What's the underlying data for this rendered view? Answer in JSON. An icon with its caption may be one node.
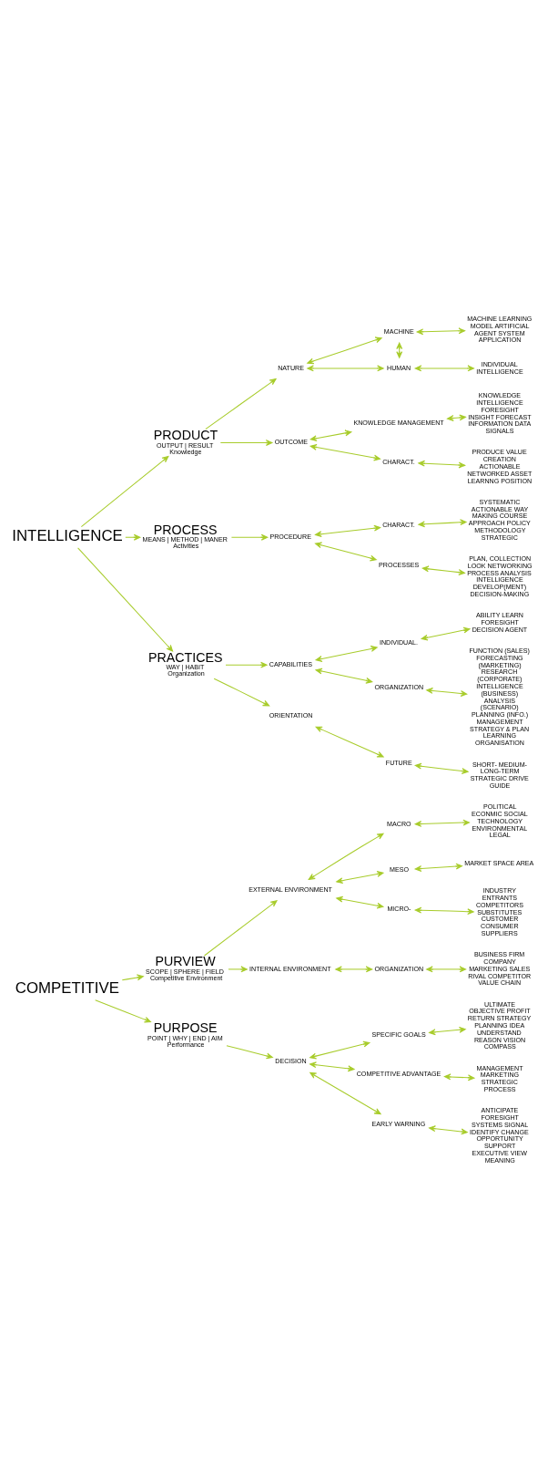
{
  "diagram": {
    "nodes": [
      {
        "text": [
          "COMPETITIVE"
        ]
      },
      {
        "text": [
          "PURVIEW",
          "SCOPE | SPHERE | FIELD",
          "Competitive Environment"
        ]
      },
      {
        "text": [
          "EXTERNAL ENVIRONMENT"
        ]
      },
      {
        "text": [
          "MACRO"
        ]
      },
      {
        "text": [
          "POLITICAL ECONMIC SOCIAL TECHNOLOGY ENVIRONMENTAL LEGAL"
        ]
      },
      {
        "text": [
          "MESO"
        ]
      },
      {
        "text": [
          "MARKET SPACE AREA"
        ]
      },
      {
        "text": [
          "MICRO-"
        ]
      },
      {
        "text": [
          "INDUSTRY ENTRANTS COMPETITORS SUBSTITUTES CUSTOMER CONSUMER SUPPLIERS"
        ]
      },
      {
        "text": [
          "INTERNAL ENVIRONMENT"
        ]
      },
      {
        "text": [
          "ORGANIZATION"
        ]
      },
      {
        "text": [
          "BUSINESS FIRM COMPANY MARKETING SALES RIVAL COMPETITOR VALUE CHAIN"
        ]
      },
      {
        "text": [
          "PURPOSE",
          "POINT | WHY | END | AIM",
          "Performance"
        ]
      },
      {
        "text": [
          "DECISION"
        ]
      },
      {
        "text": [
          "SPECIFIC GOALS"
        ]
      },
      {
        "text": [
          "ULTIMATE OBJECTIVE PROFIT RETURN STRATEGY PLANNING IDEA UNDERSTAND REASON VISION COMPASS"
        ]
      },
      {
        "text": [
          "COMPETITIVE ADVANTAGE"
        ]
      },
      {
        "text": [
          "MANAGEMENT MARKETING STRATEGIC PROCESS"
        ]
      },
      {
        "text": [
          "EARLY WARNING"
        ]
      },
      {
        "text": [
          "ANTICIPATE FORESIGHT SYSTEMS SIGNAL IDENTIFY CHANGE OPPORTUNITY SUPPORT EXECUTIVE VIEW MEANING"
        ]
      },
      {
        "text": [
          "INTELLIGENCE"
        ]
      },
      {
        "text": [
          "PRODUCT",
          "OUTPUT | RESULT",
          "Knowledge"
        ]
      },
      {
        "text": [
          "NATURE"
        ]
      },
      {
        "text": [
          "MACHINE"
        ]
      },
      {
        "text": [
          "MACHINE LEARNING MODEL ARTIFICIAL AGENT SYSTEM APPLICATION"
        ]
      },
      {
        "text": [
          "HUMAN"
        ]
      },
      {
        "text": [
          "INDIVIDUAL INTELLIGENCE"
        ]
      },
      {
        "text": [
          "OUTCOME"
        ]
      },
      {
        "text": [
          "KNOWLEDGE MANAGEMENT"
        ]
      },
      {
        "text": [
          "KNOWLEDGE INTELLIGENCE FORESIGHT INSIGHT FORECAST INFORMATION DATA SIGNALS"
        ]
      },
      {
        "text": [
          "CHARACT."
        ]
      },
      {
        "text": [
          "PRODUCE VALUE CREATION ACTIONABLE NETWORKED ASSET LEARNNG POSITION"
        ]
      },
      {
        "text": [
          "PROCESS",
          "MEANS | METHOD | MANER",
          "Activities"
        ]
      },
      {
        "text": [
          "PROCEDURE"
        ]
      },
      {
        "text": [
          "CHARACT."
        ]
      },
      {
        "text": [
          "SYSTEMATIC ACTIONABLE WAY MAKING COURSE APPROACH POLICY METHODOLOGY STRATEGIC"
        ]
      },
      {
        "text": [
          "PROCESSES"
        ]
      },
      {
        "text": [
          "PLAN, COLLECTION LOOK NETWORKING PROCESS ANALYSIS INTELLIGENCE DEVELOP(MENT) DECISION-MAKING"
        ]
      },
      {
        "text": [
          "PRACTICES",
          "WAY | HABIT",
          "Organization"
        ]
      },
      {
        "text": [
          "CAPABILITIES"
        ]
      },
      {
        "text": [
          "INDIVIDUAL."
        ]
      },
      {
        "text": [
          "ABILITY LEARN FORESIGHT DECISION AGENT"
        ]
      },
      {
        "text": [
          "ORGANIZATION"
        ]
      },
      {
        "text": [
          "FUNCTION (SALES) FORECASTING (MARKETING) RESEARCH (CORPORATE) INTELLIGENCE (BUSINESS) ANALYSIS (SCENARIO) PLANNING (INFO.) MANAGEMENT STRATEGY & PLAN LEARNING ORGANISATION"
        ]
      },
      {
        "text": [
          "ORIENTATION"
        ]
      },
      {
        "text": [
          "FUTURE"
        ]
      },
      {
        "text": [
          "SHORT- MEDIUM- LONG-TERM STRATEGIC DRIVE GUIDE"
        ]
      }
    ],
    "edges": [
      {
        "from": 0,
        "to": 1,
        "arrow": "to"
      },
      {
        "from": 0,
        "to": 12,
        "arrow": "to"
      },
      {
        "from": 1,
        "to": 2,
        "arrow": "to"
      },
      {
        "from": 1,
        "to": 9,
        "arrow": "to"
      },
      {
        "from": 2,
        "to": 3,
        "arrow": "both"
      },
      {
        "from": 2,
        "to": 5,
        "arrow": "both"
      },
      {
        "from": 2,
        "to": 7,
        "arrow": "both"
      },
      {
        "from": 3,
        "to": 4,
        "arrow": "both"
      },
      {
        "from": 5,
        "to": 6,
        "arrow": "both"
      },
      {
        "from": 7,
        "to": 8,
        "arrow": "both"
      },
      {
        "from": 9,
        "to": 10,
        "arrow": "both"
      },
      {
        "from": 10,
        "to": 11,
        "arrow": "both"
      },
      {
        "from": 12,
        "to": 13,
        "arrow": "to"
      },
      {
        "from": 13,
        "to": 14,
        "arrow": "both"
      },
      {
        "from": 13,
        "to": 16,
        "arrow": "both"
      },
      {
        "from": 13,
        "to": 18,
        "arrow": "both"
      },
      {
        "from": 14,
        "to": 15,
        "arrow": "both"
      },
      {
        "from": 16,
        "to": 17,
        "arrow": "both"
      },
      {
        "from": 18,
        "to": 19,
        "arrow": "both"
      },
      {
        "from": 20,
        "to": 21,
        "arrow": "to"
      },
      {
        "from": 20,
        "to": 32,
        "arrow": "to"
      },
      {
        "from": 20,
        "to": 38,
        "arrow": "to"
      },
      {
        "from": 21,
        "to": 22,
        "arrow": "to"
      },
      {
        "from": 21,
        "to": 27,
        "arrow": "to"
      },
      {
        "from": 22,
        "to": 23,
        "arrow": "both"
      },
      {
        "from": 22,
        "to": 25,
        "arrow": "both"
      },
      {
        "from": 23,
        "to": 25,
        "arrow": "both"
      },
      {
        "from": 23,
        "to": 24,
        "arrow": "both"
      },
      {
        "from": 25,
        "to": 26,
        "arrow": "both"
      },
      {
        "from": 27,
        "to": 28,
        "arrow": "both"
      },
      {
        "from": 27,
        "to": 30,
        "arrow": "both"
      },
      {
        "from": 28,
        "to": 29,
        "arrow": "both"
      },
      {
        "from": 30,
        "to": 31,
        "arrow": "both"
      },
      {
        "from": 32,
        "to": 33,
        "arrow": "to"
      },
      {
        "from": 33,
        "to": 34,
        "arrow": "both"
      },
      {
        "from": 33,
        "to": 36,
        "arrow": "both"
      },
      {
        "from": 34,
        "to": 35,
        "arrow": "both"
      },
      {
        "from": 36,
        "to": 37,
        "arrow": "both"
      },
      {
        "from": 38,
        "to": 39,
        "arrow": "to"
      },
      {
        "from": 38,
        "to": 44,
        "arrow": "to"
      },
      {
        "from": 39,
        "to": 40,
        "arrow": "both"
      },
      {
        "from": 39,
        "to": 42,
        "arrow": "both"
      },
      {
        "from": 40,
        "to": 41,
        "arrow": "both"
      },
      {
        "from": 42,
        "to": 43,
        "arrow": "both"
      },
      {
        "from": 44,
        "to": 45,
        "arrow": "both"
      },
      {
        "from": 45,
        "to": 46,
        "arrow": "both"
      }
    ]
  }
}
